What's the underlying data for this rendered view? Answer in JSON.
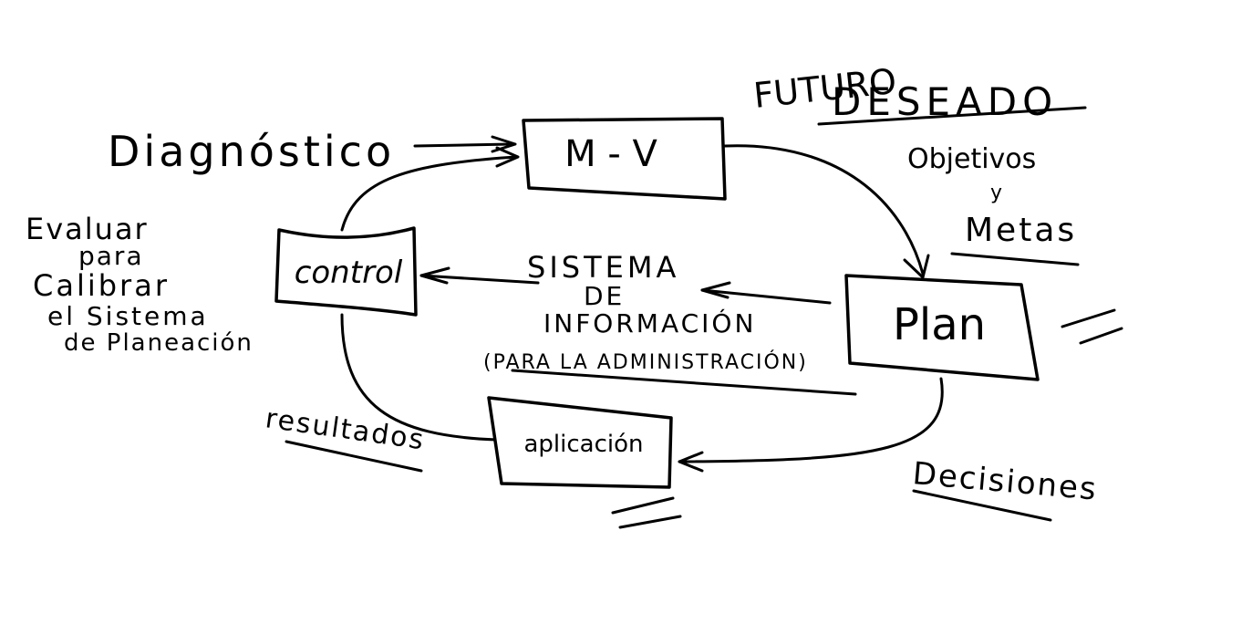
{
  "title": {
    "line1": "FUTURO",
    "line2": "DESEADO"
  },
  "nodes": {
    "mv": "M - V",
    "control": "control",
    "plan": "Plan",
    "aplicacion": "aplicación"
  },
  "center": {
    "line1": "SISTEMA",
    "line2": "DE",
    "line3": "INFORMACIÓN",
    "line4": "(PARA LA ADMINISTRACIÓN)"
  },
  "labels": {
    "diagnostico": "Diagnóstico",
    "objetivos": "Objetivos",
    "y": "y",
    "metas": "Metas",
    "decisiones": "Decisiones",
    "resultados": "resultados",
    "evaluar": [
      "Evaluar",
      "para",
      "Calibrar",
      "el Sistema",
      "de Planeación"
    ]
  }
}
